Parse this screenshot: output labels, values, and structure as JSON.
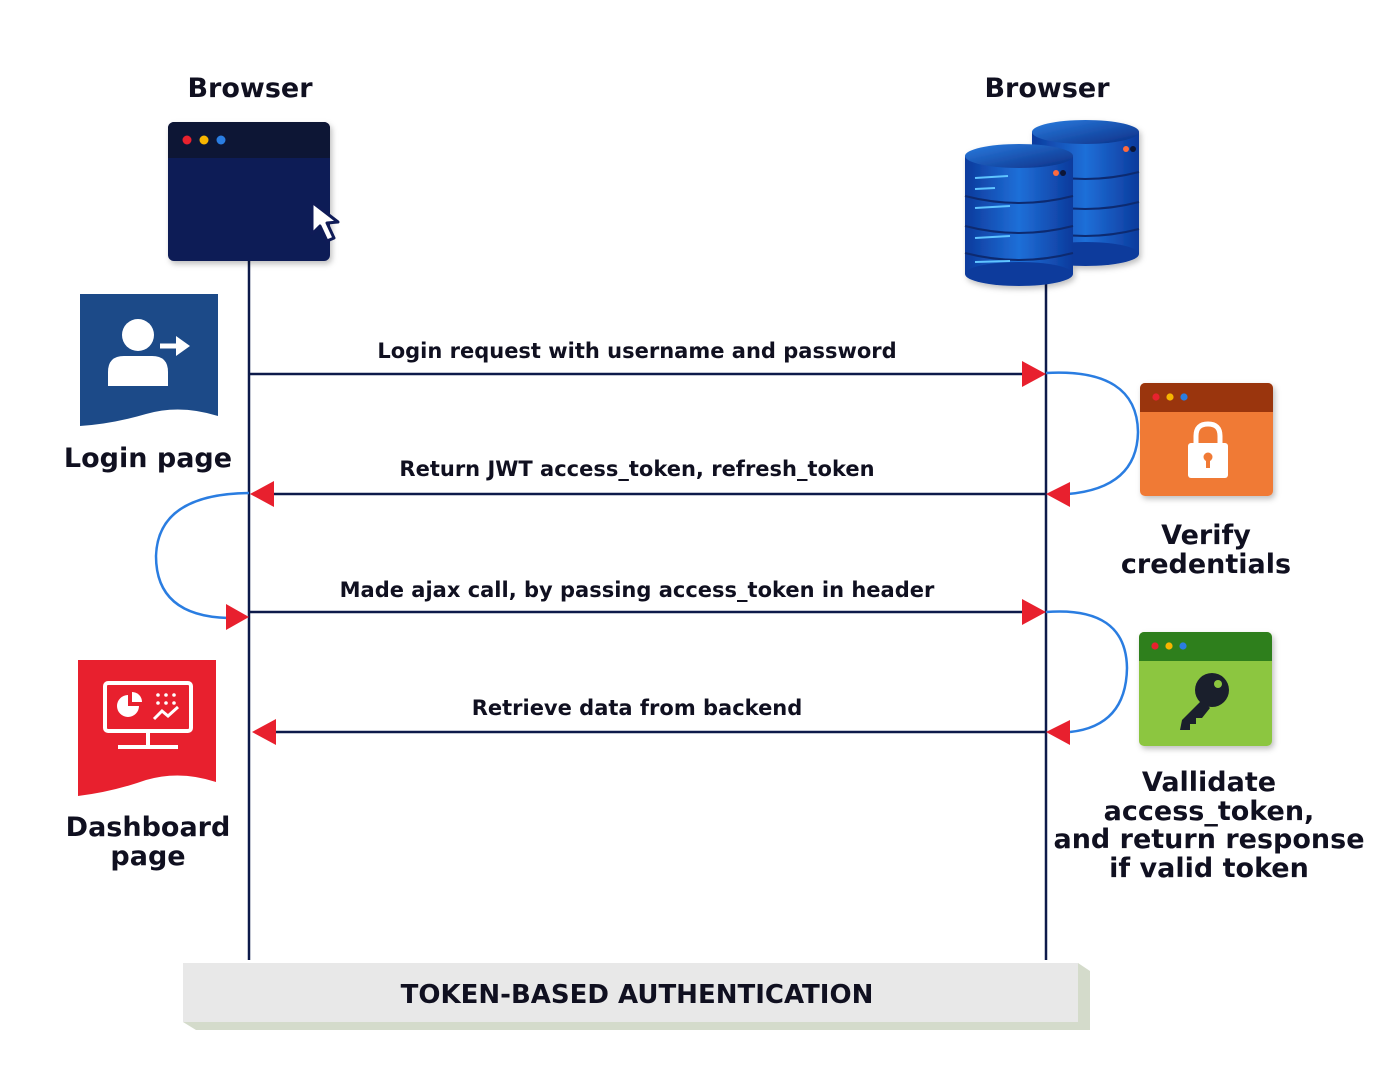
{
  "participants": {
    "left": {
      "title": "Browser"
    },
    "right": {
      "title": "Browser"
    }
  },
  "messages": [
    {
      "label": "Login request with username and password",
      "direction": "to-right"
    },
    {
      "label": "Return JWT access_token, refresh_token",
      "direction": "to-left"
    },
    {
      "label": "Made ajax call, by passing access_token in header",
      "direction": "to-right"
    },
    {
      "label": "Retrieve data from backend",
      "direction": "to-left"
    }
  ],
  "side_labels": {
    "login_page": "Login page",
    "dashboard_page": [
      "Dashboard",
      "page"
    ],
    "verify_credentials": [
      "Verify",
      "credentials"
    ],
    "validate_token": [
      "Vallidate",
      "access_token,",
      "and return response",
      "if valid token"
    ]
  },
  "footer": {
    "title": "TOKEN-BASED AUTHENTICATION"
  },
  "colors": {
    "lifeline": "#0d1a4a",
    "arrowhead": "#e8202e",
    "loop": "#2a7de1",
    "login_badge": "#1c4a88",
    "dashboard_badge": "#e8202e",
    "lock_window": "#f07a35",
    "key_window": "#8cc63f"
  },
  "icons": {
    "browser_window": "browser-window-icon",
    "cursor": "cursor-icon",
    "database": "database-server-icon",
    "login": "user-login-icon",
    "dashboard": "dashboard-monitor-icon",
    "lock": "lock-icon",
    "key": "key-icon"
  }
}
